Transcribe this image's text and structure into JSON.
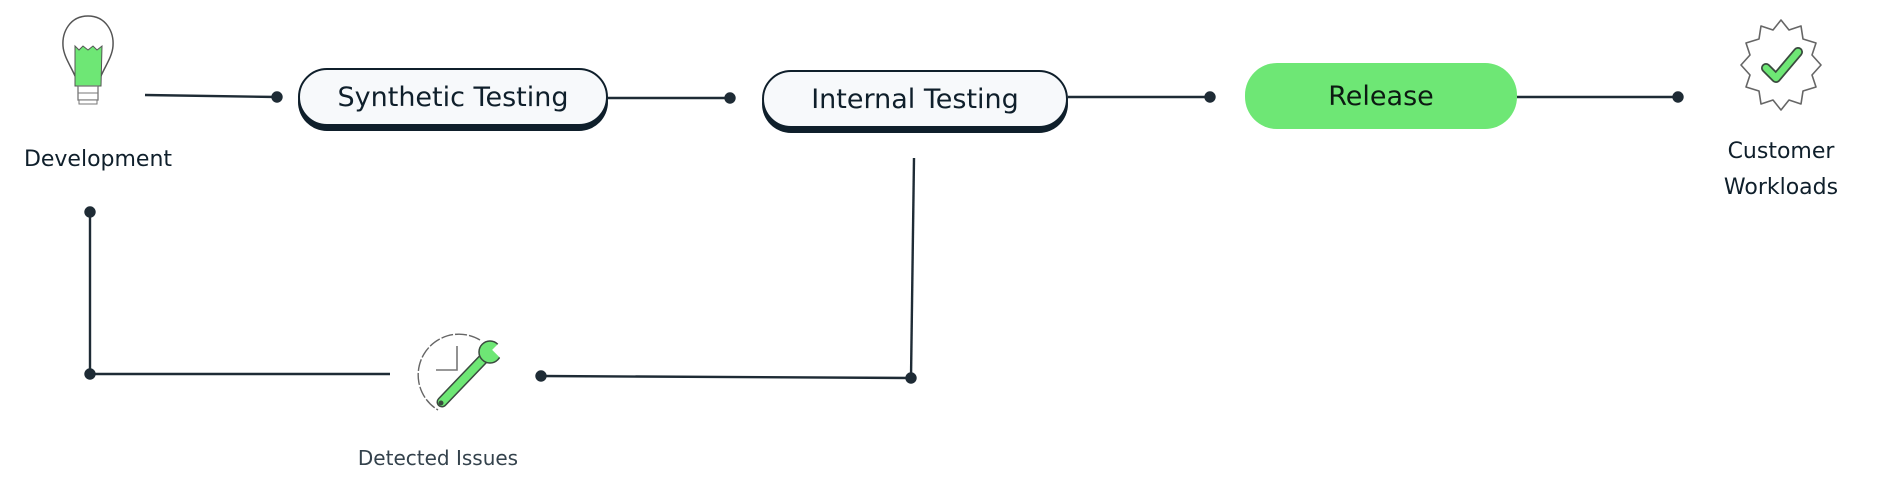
{
  "nodes": {
    "development": {
      "label": "Development",
      "icon": "lightbulb-icon"
    },
    "synthetic_testing": {
      "label": "Synthetic Testing"
    },
    "internal_testing": {
      "label": "Internal Testing"
    },
    "release": {
      "label": "Release"
    },
    "customer_workloads": {
      "label_line1": "Customer",
      "label_line2": "Workloads",
      "icon": "gear-check-icon"
    },
    "detected_issues": {
      "label": "Detected Issues",
      "icon": "clock-wrench-icon"
    }
  },
  "colors": {
    "accent": "#6ee775",
    "ink": "#0f1f2b"
  }
}
